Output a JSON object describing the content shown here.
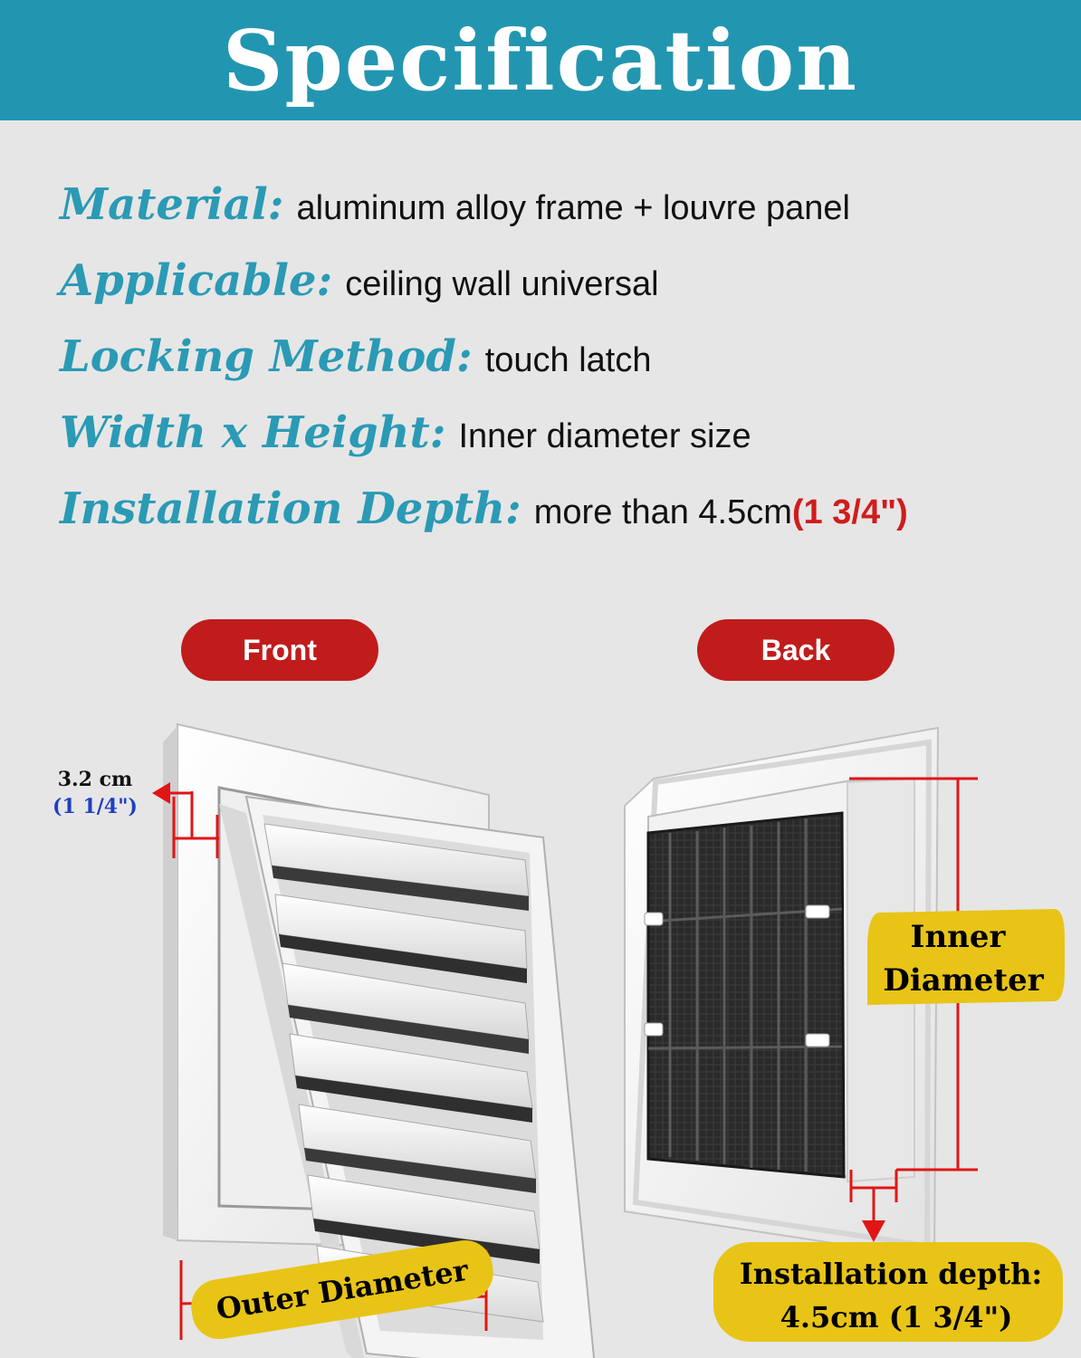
{
  "header": {
    "title": "Specification"
  },
  "specs": [
    {
      "label": "Material:",
      "value": "aluminum alloy frame + louvre panel"
    },
    {
      "label": "Applicable:",
      "value": "ceiling wall universal"
    },
    {
      "label": "Locking Method:",
      "value": "touch latch"
    },
    {
      "label": "Width x Height:",
      "value": "Inner diameter size"
    },
    {
      "label": "Installation Depth:",
      "value": "more than 4.5cm",
      "accent": "(1 3/4\")"
    }
  ],
  "views": {
    "front": "Front",
    "back": "Back"
  },
  "front_diagram": {
    "width_cm": "3.2 cm",
    "width_in": "(1 1/4\")",
    "outer_label": "Outer Diameter"
  },
  "back_diagram": {
    "inner_label_line1": "Inner",
    "inner_label_line2": "Diameter",
    "depth_line1": "Installation depth:",
    "depth_line2": "4.5cm (1 3/4\")"
  },
  "colors": {
    "header_bg": "#2296b0",
    "label_teal": "#2a9ab5",
    "pill_red": "#c11c1c",
    "dimension_red": "#e01616",
    "tag_yellow": "#e8c416"
  }
}
